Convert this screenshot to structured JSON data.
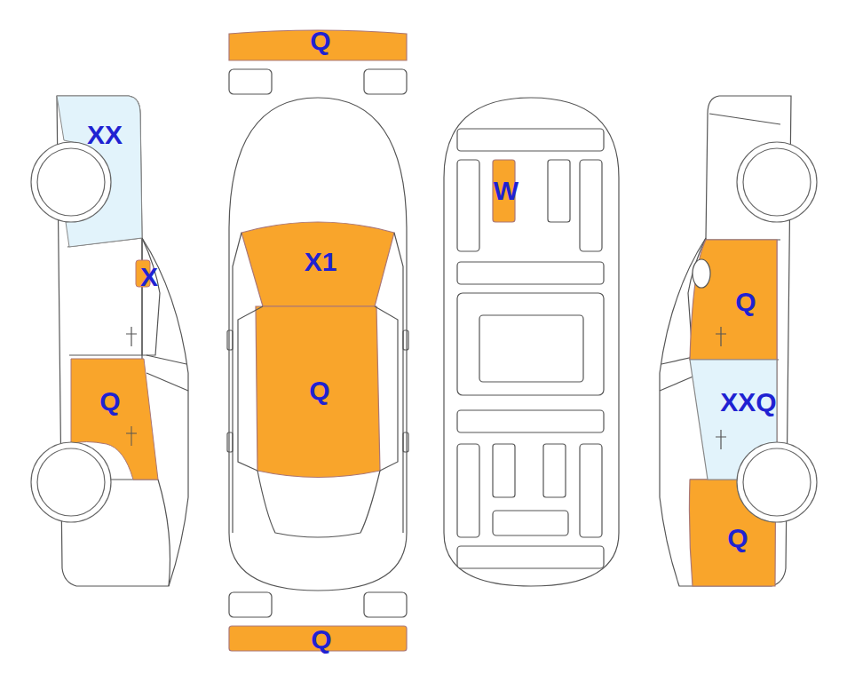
{
  "diagram": {
    "labels": [
      "Q",
      "XX",
      "W",
      "X1",
      "X",
      "Q",
      "Q",
      "Q",
      "XXQ",
      "Q",
      "Q"
    ]
  }
}
